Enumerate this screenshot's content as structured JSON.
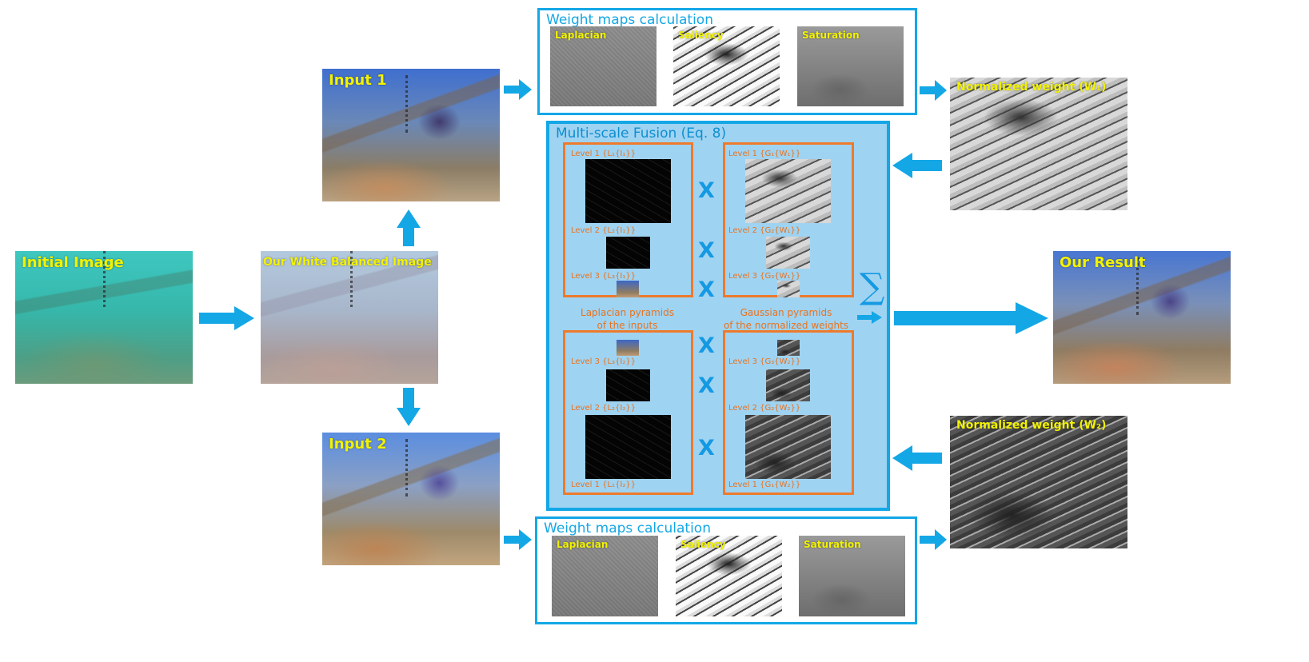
{
  "colors": {
    "arrow": "#14a7e6",
    "box_border": "#14a7e6",
    "fusion_fill": "#9fd3f2",
    "pyramid_border": "#ee7a2c",
    "pyramid_text": "#e8731f",
    "caption_yellow": "#f2f200",
    "multiply_sign": "#1499e3"
  },
  "images": {
    "initial": "Initial Image",
    "white_balanced": "Our White Balanced Image",
    "input1": "Input 1",
    "input2": "Input 2",
    "result": "Our Result",
    "norm_w1": "Normalized weight (W₁)",
    "norm_w2": "Normalized weight (W₂)"
  },
  "weights_top": {
    "title": "Weight maps calculation",
    "maps": [
      "Laplacian",
      "Saliency",
      "Saturation"
    ]
  },
  "weights_bottom": {
    "title": "Weight maps calculation",
    "maps": [
      "Laplacian",
      "Saliency",
      "Saturation"
    ]
  },
  "fusion": {
    "title": "Multi-scale Fusion (Eq. 8)",
    "lap_top": [
      {
        "label": "Level 1",
        "term": "{L₁{I₁}}"
      },
      {
        "label": "Level 2",
        "term": "{L₂{I₁}}"
      },
      {
        "label": "Level 3",
        "term": "{L₃{I₁}}"
      }
    ],
    "gauss_top": [
      {
        "label": "Level 1",
        "term": "{G₁{W₁}}"
      },
      {
        "label": "Level 2",
        "term": "{G₂{W₁}}"
      },
      {
        "label": "Level 3",
        "term": "{G₃{W₁}}"
      }
    ],
    "lap_bottom": [
      {
        "label": "Level 3",
        "term": "{L₃{I₂}}"
      },
      {
        "label": "Level 2",
        "term": "{L₂{I₂}}"
      },
      {
        "label": "Level 1",
        "term": "{L₁{I₂}}"
      }
    ],
    "gauss_bottom": [
      {
        "label": "Level 3",
        "term": "{G₃{W₂}}"
      },
      {
        "label": "Level 2",
        "term": "{G₂{W₂}}"
      },
      {
        "label": "Level 1",
        "term": "{G₁{W₂}}"
      }
    ],
    "lap_caption_1": "Laplacian pyramids",
    "lap_caption_2": "of the inputs",
    "gauss_caption_1": "Gaussian pyramids",
    "gauss_caption_2": "of the normalized weights",
    "multiply": "X",
    "sum": "∑"
  }
}
